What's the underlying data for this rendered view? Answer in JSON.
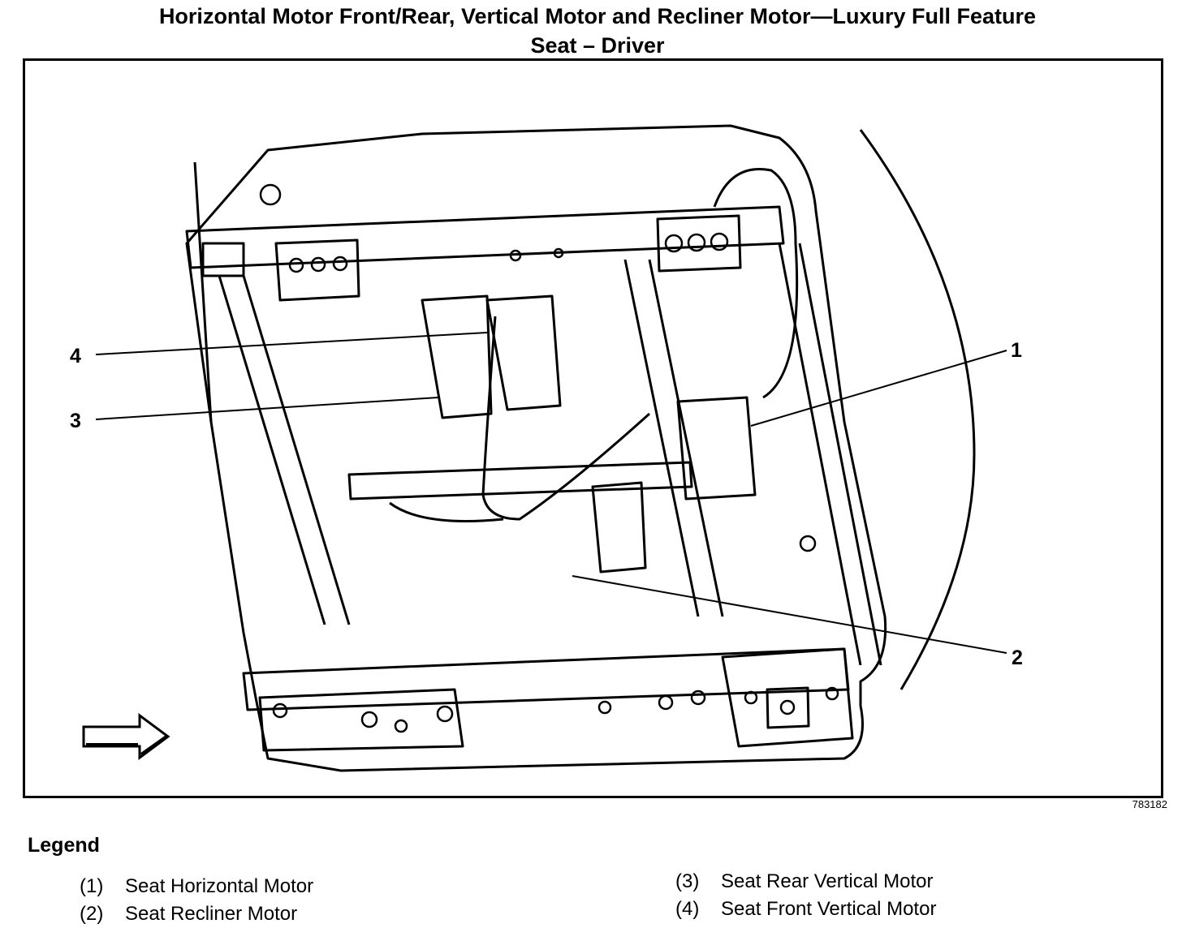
{
  "title_line1": "Horizontal Motor Front/Rear, Vertical Motor and Recliner Motor—Luxury Full Feature",
  "title_line2": "Seat – Driver",
  "figure_id": "783182",
  "callouts": [
    "1",
    "2",
    "3",
    "4"
  ],
  "legend": {
    "heading": "Legend",
    "items": [
      {
        "num": "(1)",
        "label": "Seat Horizontal Motor"
      },
      {
        "num": "(2)",
        "label": "Seat Recliner Motor"
      },
      {
        "num": "(3)",
        "label": "Seat Rear Vertical Motor"
      },
      {
        "num": "(4)",
        "label": "Seat Front Vertical Motor"
      }
    ]
  },
  "icons": {
    "direction_arrow": "front-direction-arrow-icon"
  }
}
